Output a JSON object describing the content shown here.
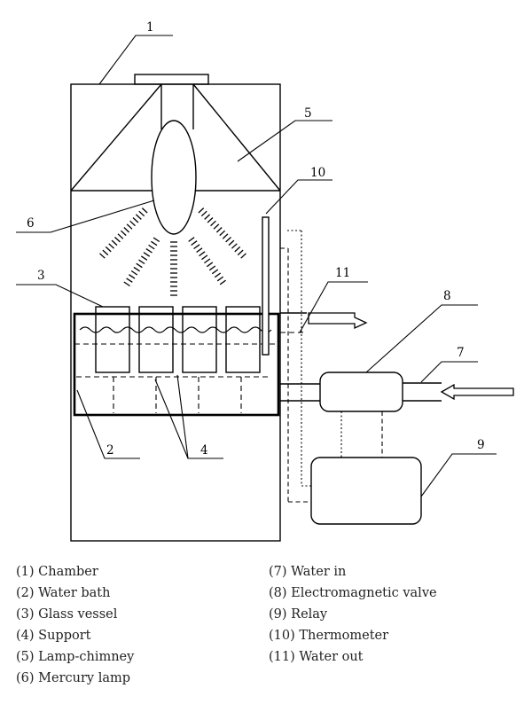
{
  "callouts": {
    "c1": "1",
    "c2": "2",
    "c3": "3",
    "c4": "4",
    "c5": "5",
    "c6": "6",
    "c7": "7",
    "c8": "8",
    "c9": "9",
    "c10": "10",
    "c11": "11"
  },
  "legend": {
    "left": [
      "(1) Chamber",
      "(2) Water bath",
      "(3) Glass vessel",
      "(4) Support",
      "(5) Lamp-chimney",
      "(6) Mercury lamp"
    ],
    "right": [
      "(7) Water in",
      "(8) Electromagnetic valve",
      "(9) Relay",
      "(10) Thermometer",
      "(11) Water out"
    ]
  }
}
